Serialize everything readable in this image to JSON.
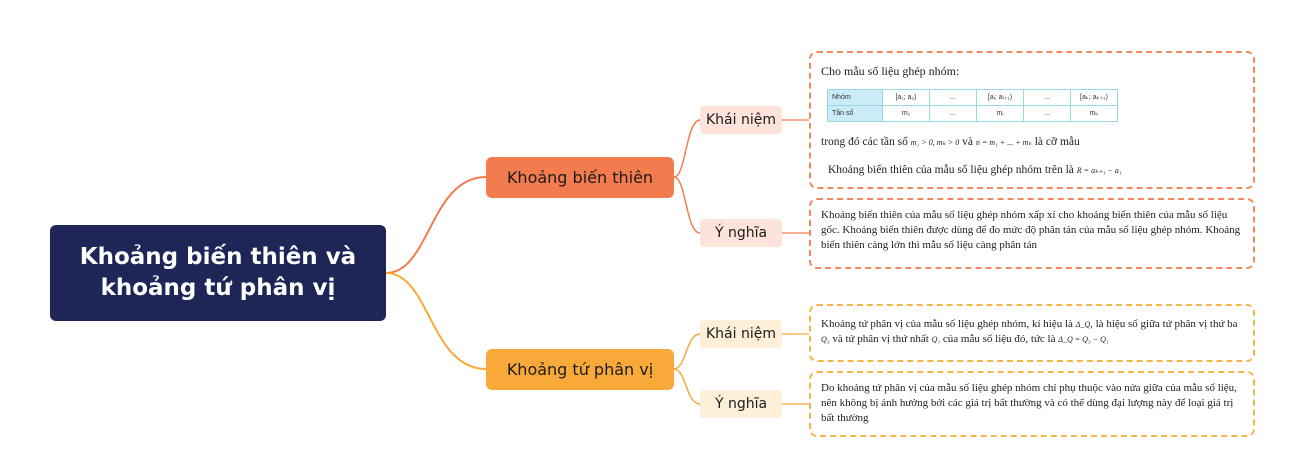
{
  "root": {
    "line1": "Khoảng biến thiên và",
    "line2": "khoảng tứ phân vị"
  },
  "branches": [
    {
      "label": "Khoảng biến thiên",
      "color": "#f27c4e",
      "children": [
        {
          "label": "Khái niệm",
          "intro": "Cho mẫu số liệu ghép nhóm:",
          "table": {
            "row_headers": [
              "Nhóm",
              "Tần số"
            ],
            "groups": [
              "[a₁; a₂)",
              "...",
              "[aᵢ; aᵢ₊₁)",
              "...",
              "[aₖ; aₖ₊₁)"
            ],
            "frequencies": [
              "m₁",
              "...",
              "mᵢ",
              "...",
              "mₖ"
            ]
          },
          "after_pre": "trong đó các tần số",
          "after_cond": "m₁ > 0, mₖ > 0",
          "after_and": "và",
          "after_n": "n = m₁ + ... + mₖ",
          "after_post": "là cỡ mẫu",
          "range_text": "Khoảng biến thiên của mẫu số liệu ghép nhóm trên là",
          "range_formula": "R = aₖ₊₁ − a₁"
        },
        {
          "label": "Ý nghĩa",
          "text": "Khoảng biến thiên của mẫu số liệu ghép nhóm xấp xỉ cho khoảng biến thiên của mẫu số liệu gốc. Khoảng biến thiên được dùng để đo mức độ phân tán của mẫu số liệu ghép nhóm. Khoảng biến thiên càng lớn thì mẫu số liệu càng phân tán"
        }
      ]
    },
    {
      "label": "Khoảng tứ phân vị",
      "color": "#f8a93a",
      "children": [
        {
          "label": "Khái niệm",
          "t1": "Khoảng tứ phân vị của mẫu số liệu ghép nhóm, kí hiệu là",
          "f1": "Δ_Q",
          "t2": ", là hiệu số giữa tứ phân vị thứ ba",
          "f2": "Q₃",
          "t3": "và tứ phân vị thứ nhất",
          "f3": "Q₁",
          "t4": "của mẫu số liệu đó, tức là",
          "f4": "Δ_Q = Q₃ − Q₁"
        },
        {
          "label": "Ý nghĩa",
          "text": "Do khoảng tứ phân vị của mẫu số liệu ghép nhóm chỉ phụ thuộc vào nửa giữa của mẫu số liệu, nên không bị ảnh hưởng bởi các giá trị bất thường và có thể dùng đại lượng này để loại giá trị bất thường"
        }
      ]
    }
  ]
}
